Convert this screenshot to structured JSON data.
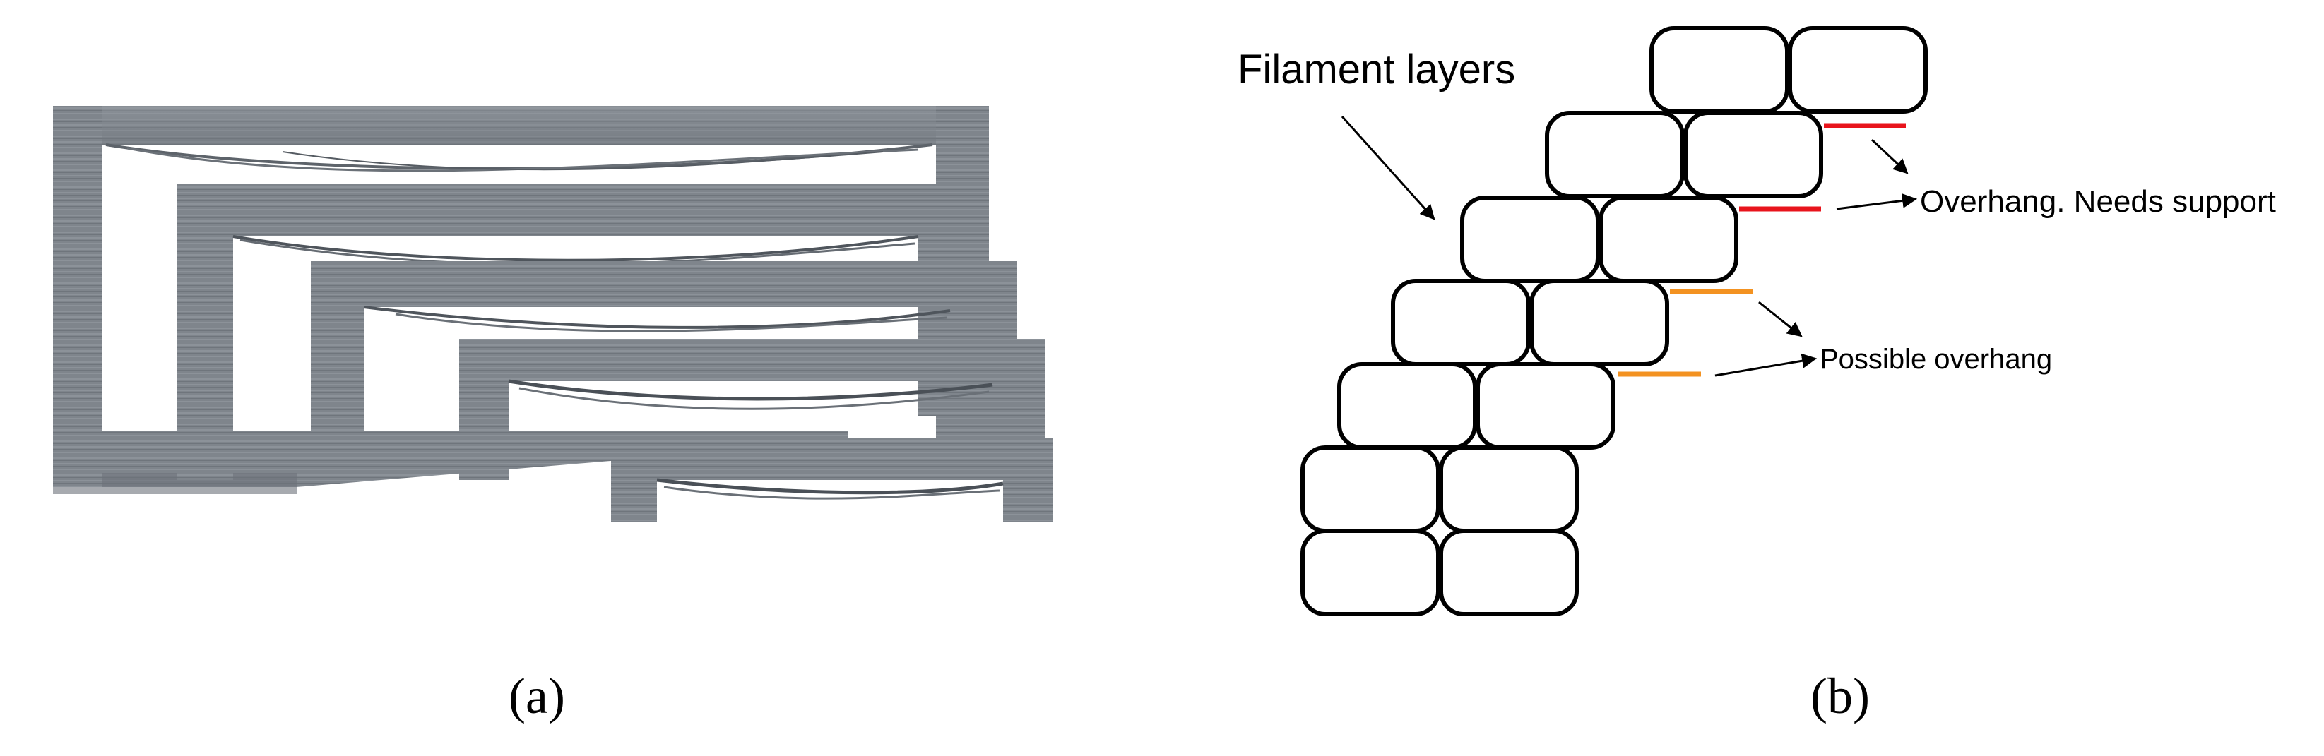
{
  "panel_a": {
    "caption": "(a)"
  },
  "panel_b": {
    "caption": "(b)",
    "labels": {
      "filament_layers": "Filament layers",
      "overhang_needs_support": "Overhang. Needs support",
      "possible_overhang": "Possible overhang"
    },
    "colors": {
      "needs_support": "#e8141c",
      "possible": "#f39221",
      "outline": "#000000"
    }
  }
}
